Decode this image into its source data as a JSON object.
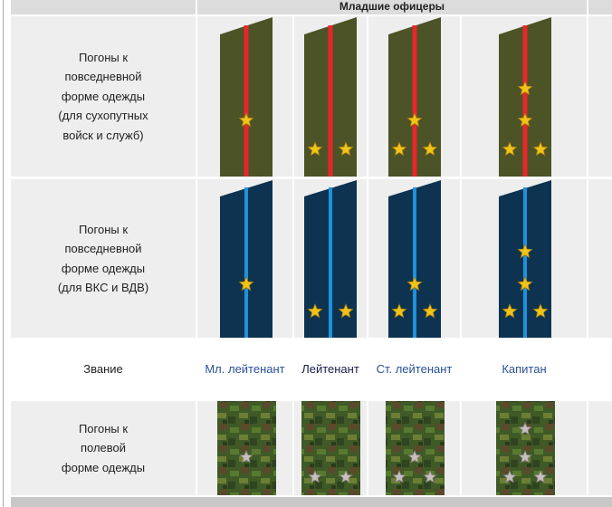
{
  "header": {
    "title": "Младшие офицеры"
  },
  "rows": {
    "ground": {
      "label_lines": [
        "Погоны к",
        "повседневной",
        "форме одежды",
        "(для сухопутных",
        "войск и служб)"
      ],
      "color": "#4c5327",
      "stripe": "#e8262a"
    },
    "vks": {
      "label_lines": [
        "Погоны к",
        "повседневной",
        "форме одежды",
        "(для ВКС и ВДВ)"
      ],
      "color": "#0d3350",
      "stripe": "#1e92dc"
    },
    "rank_label": "Звание",
    "field": {
      "label_lines": [
        "Погоны к",
        "полевой",
        "форме одежды"
      ]
    }
  },
  "ranks": [
    {
      "name": "Мл. лейтенант",
      "stars": 1
    },
    {
      "name": "Лейтенант",
      "stars": 2
    },
    {
      "name": "Ст. лейтенант",
      "stars": 3
    },
    {
      "name": "Капитан",
      "stars": 4
    }
  ]
}
